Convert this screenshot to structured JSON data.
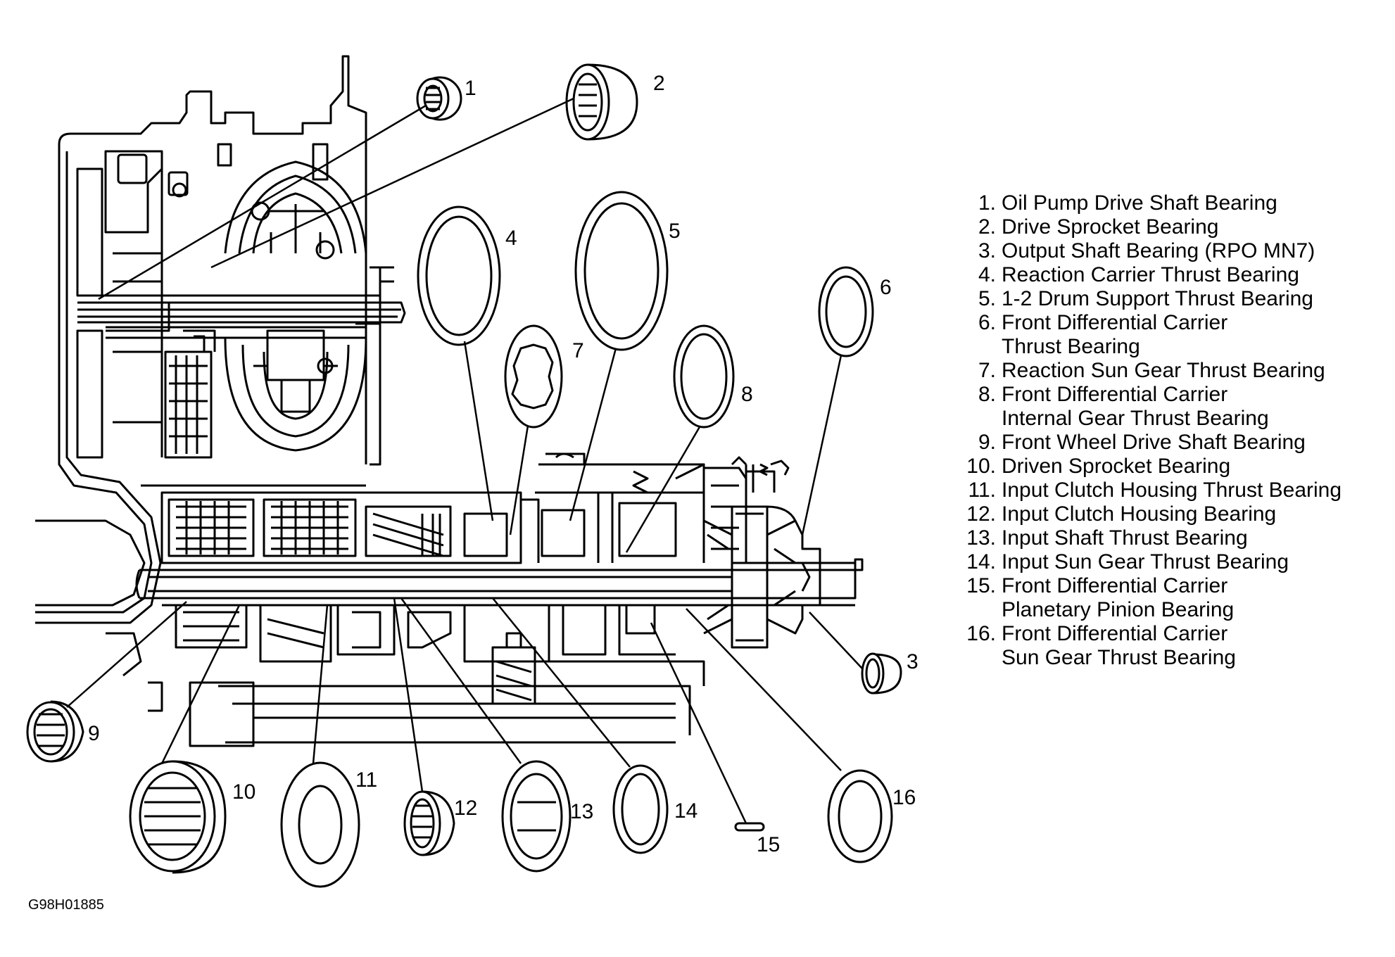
{
  "figure_id": "G98H01885",
  "callouts": [
    "1",
    "2",
    "3",
    "4",
    "5",
    "6",
    "7",
    "8",
    "9",
    "10",
    "11",
    "12",
    "13",
    "14",
    "15",
    "16"
  ],
  "legend": [
    {
      "num": "1.",
      "lines": [
        "Oil Pump Drive Shaft Bearing"
      ]
    },
    {
      "num": "2.",
      "lines": [
        "Drive Sprocket Bearing"
      ]
    },
    {
      "num": "3.",
      "lines": [
        "Output Shaft Bearing (RPO MN7)"
      ]
    },
    {
      "num": "4.",
      "lines": [
        "Reaction Carrier Thrust Bearing"
      ]
    },
    {
      "num": "5.",
      "lines": [
        "1-2 Drum Support Thrust Bearing"
      ]
    },
    {
      "num": "6.",
      "lines": [
        "Front Differential Carrier",
        "Thrust Bearing"
      ]
    },
    {
      "num": "7.",
      "lines": [
        "Reaction Sun Gear Thrust Bearing"
      ]
    },
    {
      "num": "8.",
      "lines": [
        "Front Differential Carrier",
        "Internal Gear Thrust Bearing"
      ]
    },
    {
      "num": "9.",
      "lines": [
        "Front Wheel Drive Shaft Bearing"
      ]
    },
    {
      "num": "10.",
      "lines": [
        "Driven Sprocket Bearing"
      ]
    },
    {
      "num": "11.",
      "lines": [
        "Input Clutch Housing Thrust Bearing"
      ]
    },
    {
      "num": "12.",
      "lines": [
        "Input Clutch Housing Bearing"
      ]
    },
    {
      "num": "13.",
      "lines": [
        "Input Shaft Thrust Bearing"
      ]
    },
    {
      "num": "14.",
      "lines": [
        "Input Sun Gear Thrust Bearing"
      ]
    },
    {
      "num": "15.",
      "lines": [
        "Front Differential Carrier",
        "Planetary Pinion Bearing"
      ]
    },
    {
      "num": "16.",
      "lines": [
        "Front Differential Carrier",
        "Sun Gear Thrust Bearing"
      ]
    }
  ]
}
